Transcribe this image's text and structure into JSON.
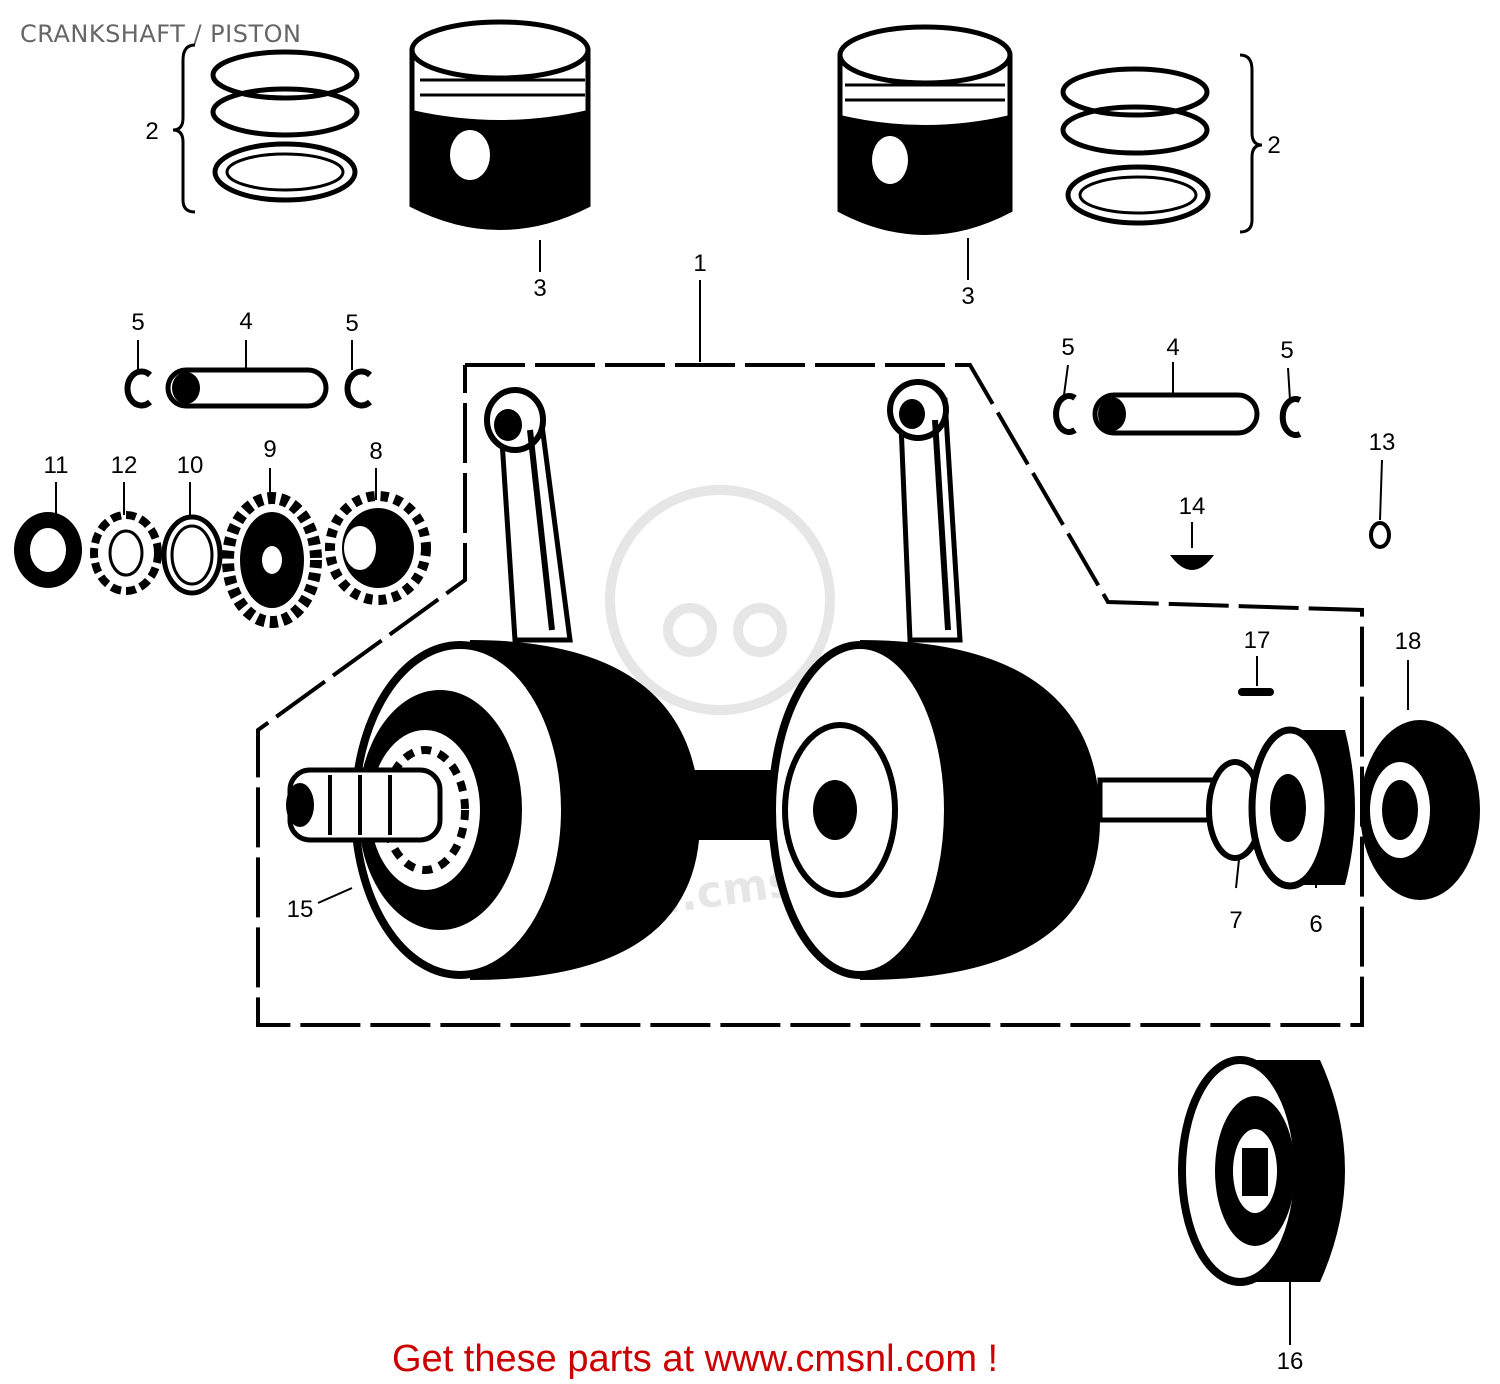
{
  "title": "CRANKSHAFT / PISTON",
  "footer_link": "Get these parts at www.cmsnl.com !",
  "watermark_text": "www.cmsnl.com",
  "colors": {
    "line": "#000000",
    "title": "#666666",
    "link": "#cc0000",
    "watermark": "#e6e6e6"
  },
  "callouts": [
    {
      "id": "c1",
      "label": "1"
    },
    {
      "id": "c2l",
      "label": "2"
    },
    {
      "id": "c2r",
      "label": "2"
    },
    {
      "id": "c3l",
      "label": "3"
    },
    {
      "id": "c3r",
      "label": "3"
    },
    {
      "id": "c4l",
      "label": "4"
    },
    {
      "id": "c4r",
      "label": "4"
    },
    {
      "id": "c5a",
      "label": "5"
    },
    {
      "id": "c5b",
      "label": "5"
    },
    {
      "id": "c5c",
      "label": "5"
    },
    {
      "id": "c5d",
      "label": "5"
    },
    {
      "id": "c6",
      "label": "6"
    },
    {
      "id": "c7",
      "label": "7"
    },
    {
      "id": "c8",
      "label": "8"
    },
    {
      "id": "c9",
      "label": "9"
    },
    {
      "id": "c10",
      "label": "10"
    },
    {
      "id": "c11",
      "label": "11"
    },
    {
      "id": "c12",
      "label": "12"
    },
    {
      "id": "c13",
      "label": "13"
    },
    {
      "id": "c14",
      "label": "14"
    },
    {
      "id": "c15",
      "label": "15"
    },
    {
      "id": "c16",
      "label": "16"
    },
    {
      "id": "c17",
      "label": "17"
    },
    {
      "id": "c18",
      "label": "18"
    }
  ]
}
